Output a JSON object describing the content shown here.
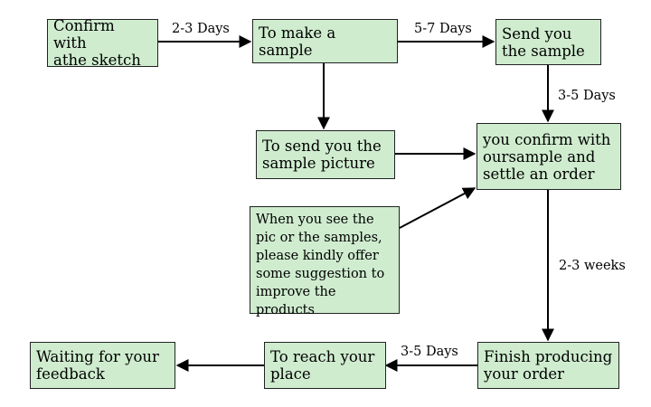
{
  "nodes": {
    "confirm_sketch": "Confirm with\nathe sketch",
    "make_sample": "To make a sample",
    "send_sample": "Send you\nthe sample",
    "send_picture": "To send you the\nsample picture",
    "confirm_order": "you confirm with\noursample and\nsettle an order",
    "suggestion": "When you see the\npic or the samples,\nplease kindly offer\nsome suggestion to\nimprove the products",
    "finish_order": "Finish producing\nyour order",
    "reach_place": "To reach your\nplace",
    "waiting_feedback": "Waiting for your\nfeedback"
  },
  "edge_labels": {
    "sketch_to_sample": "2-3 Days",
    "sample_to_send": "5-7 Days",
    "send_to_confirm": "3-5 Days",
    "confirm_to_finish": "2-3 weeks",
    "finish_to_reach": "3-5 Days"
  },
  "colors": {
    "box_fill": "#cfeccf",
    "box_border": "#222222",
    "arrow": "#000000"
  }
}
